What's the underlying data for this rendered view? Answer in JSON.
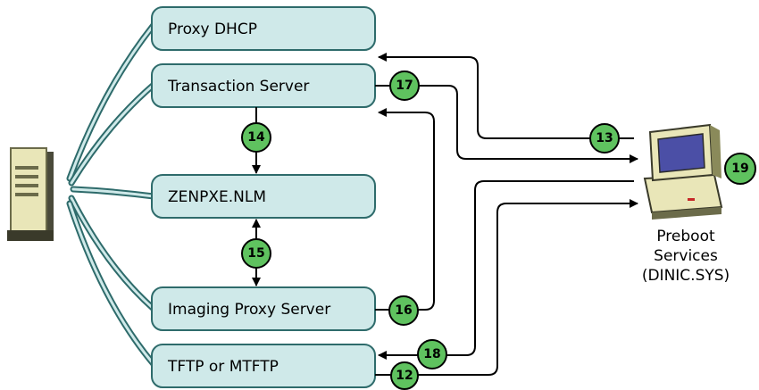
{
  "components": {
    "proxy_dhcp": "Proxy DHCP",
    "transaction_server": "Transaction Server",
    "zenpxe": "ZENPXE.NLM",
    "imaging_proxy": "Imaging Proxy Server",
    "tftp": "TFTP or MTFTP"
  },
  "client": {
    "line1": "Preboot",
    "line2": "Services",
    "line3": "(DINIC.SYS)"
  },
  "steps": {
    "s12": "12",
    "s13": "13",
    "s14": "14",
    "s15": "15",
    "s16": "16",
    "s17": "17",
    "s18": "18",
    "s19": "19"
  },
  "colors": {
    "box_fill": "#cfe9e9",
    "box_stroke": "#2e6b6b",
    "badge_fill": "#5fc25f",
    "arrow": "#000000",
    "server_fill": "#e9e6b8"
  },
  "icons": {
    "server": "server-tower-icon",
    "client": "desktop-computer-icon"
  }
}
